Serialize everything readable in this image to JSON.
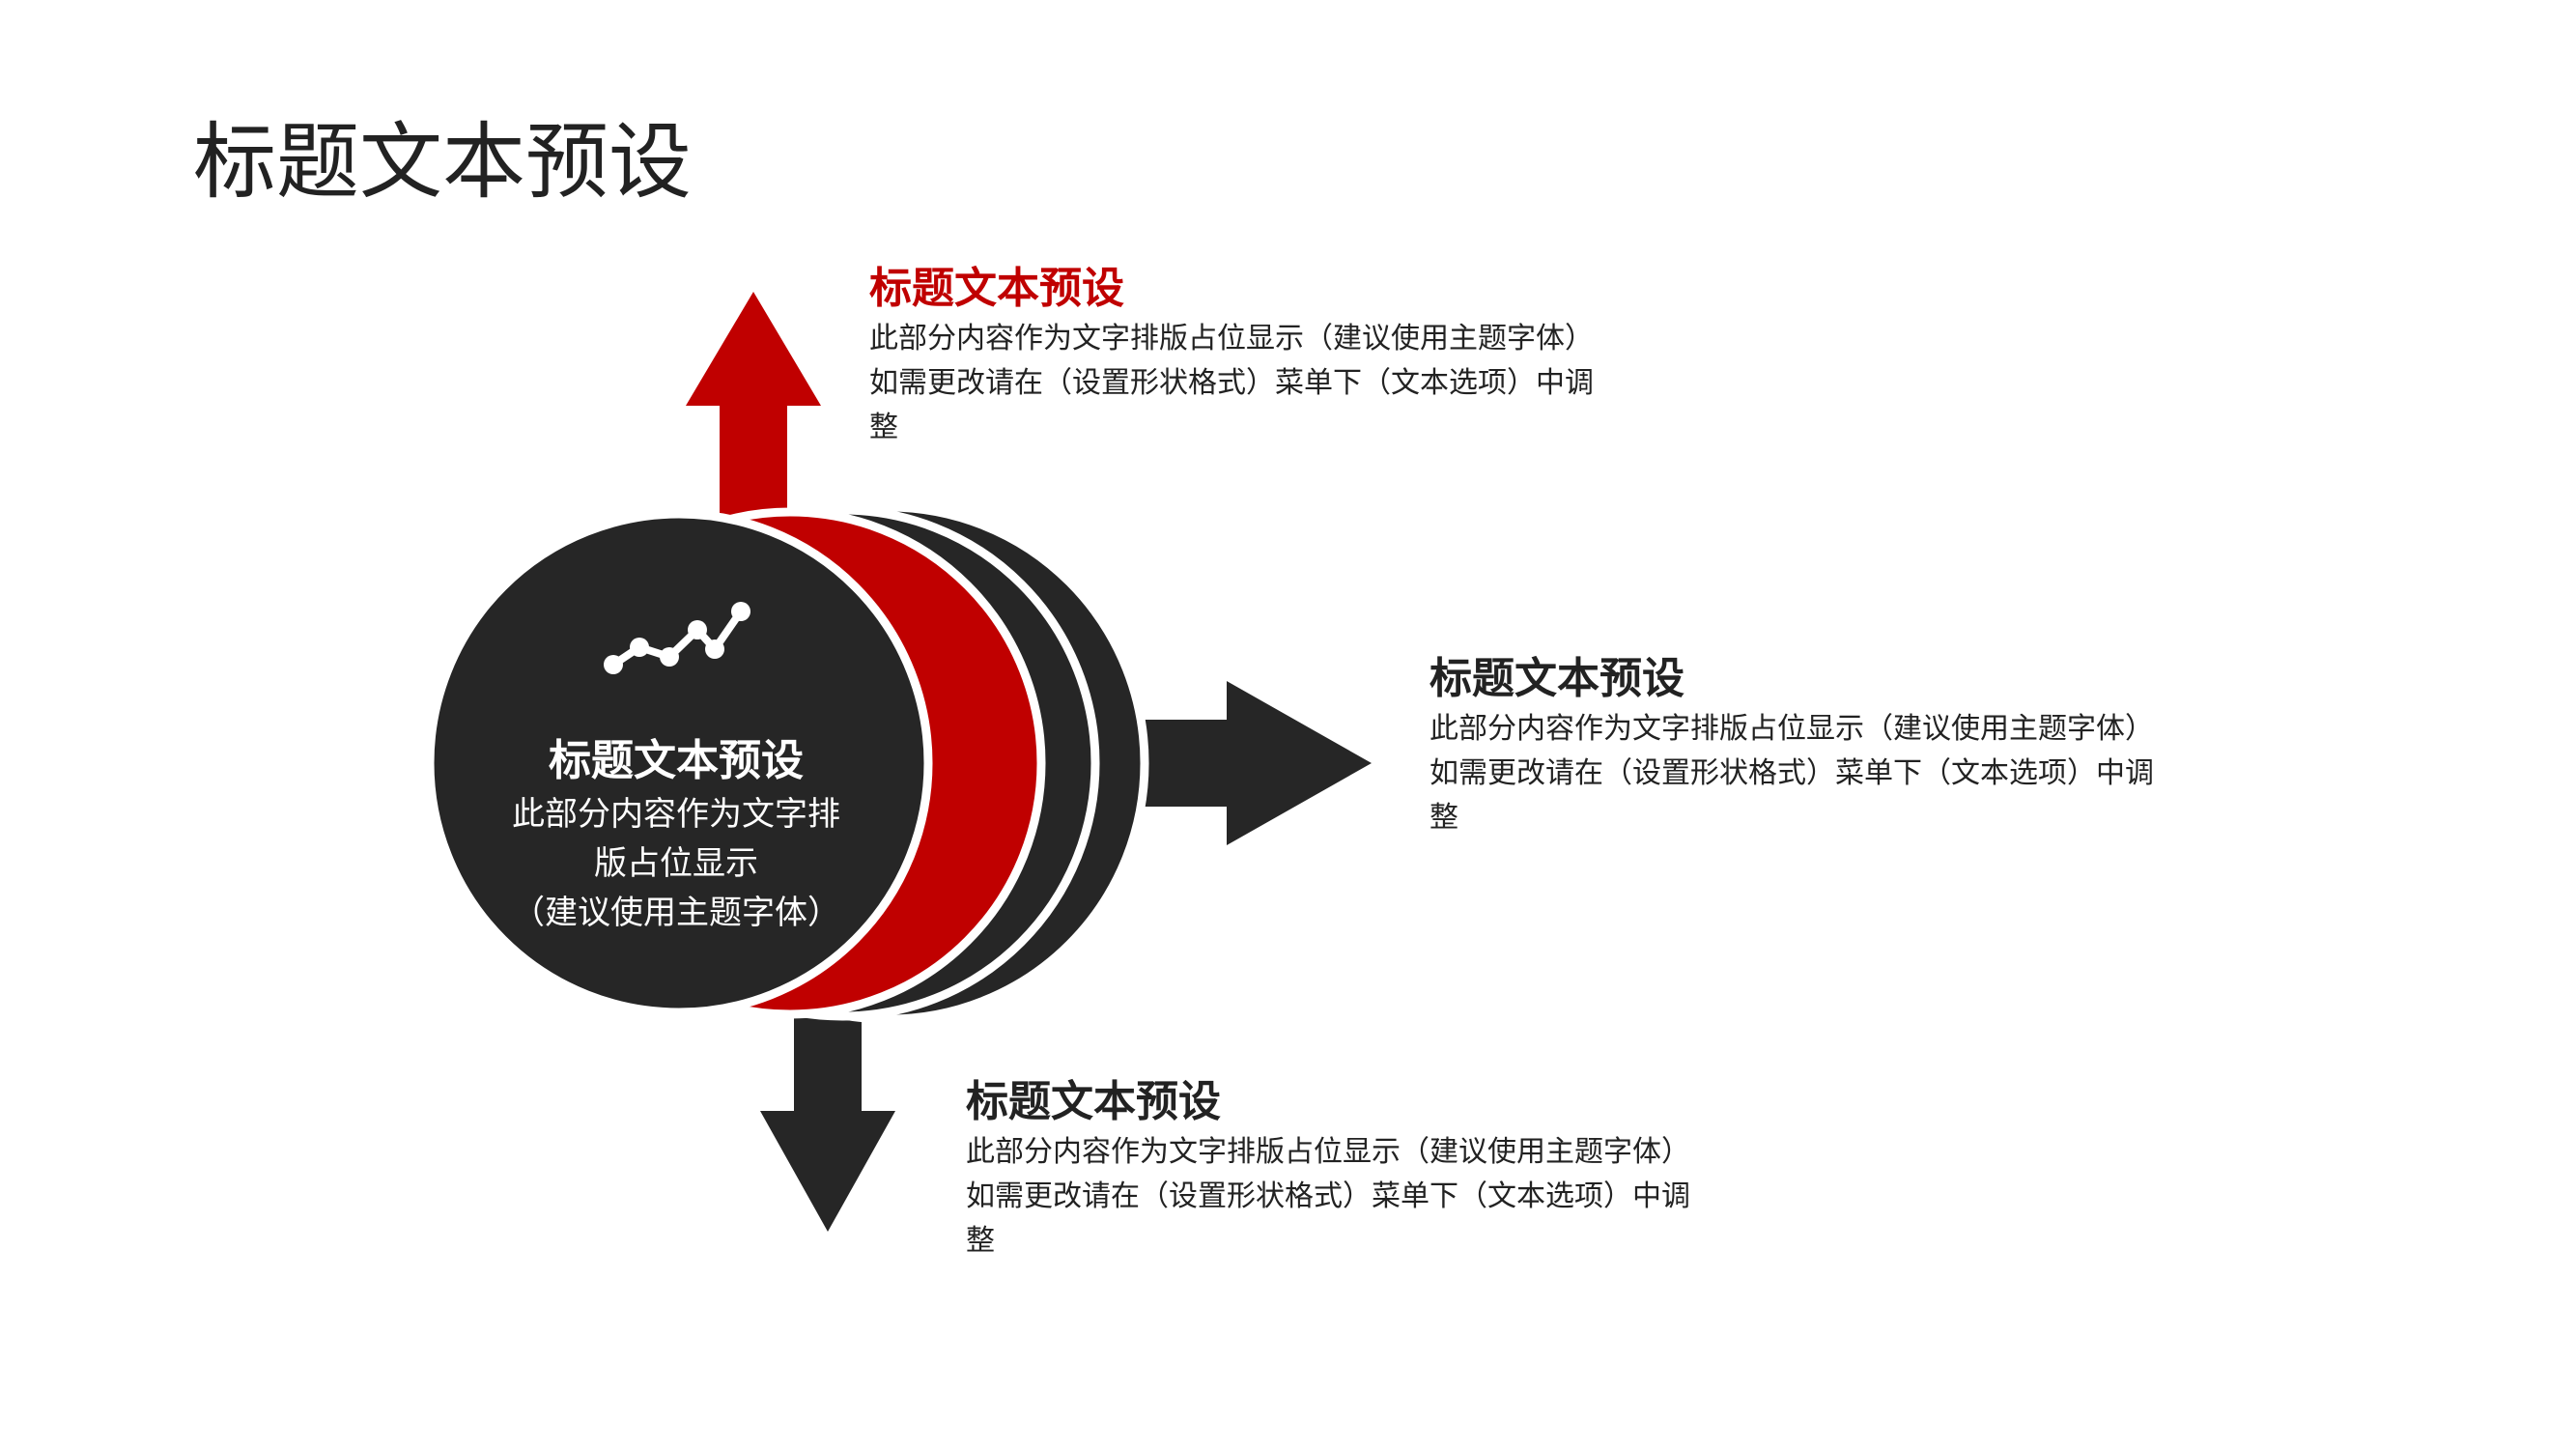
{
  "page": {
    "title": "标题文本预设"
  },
  "colors": {
    "accent": "#c00000",
    "dark": "#262626",
    "background": "#ffffff",
    "text": "#222222"
  },
  "center": {
    "icon": "line-chart-icon",
    "title": "标题文本预设",
    "body_line1": "此部分内容作为文字排",
    "body_line2": "版占位显示",
    "body_line3": "（建议使用主题字体）"
  },
  "blocks": [
    {
      "title": "标题文本预设",
      "line1": "此部分内容作为文字排版占位显示（建议使用主题字体）",
      "line2": "如需更改请在（设置形状格式）菜单下（文本选项）中调",
      "line3": "整"
    },
    {
      "title": "标题文本预设",
      "line1": "此部分内容作为文字排版占位显示（建议使用主题字体）",
      "line2": "如需更改请在（设置形状格式）菜单下（文本选项）中调",
      "line3": "整"
    },
    {
      "title": "标题文本预设",
      "line1": "此部分内容作为文字排版占位显示（建议使用主题字体）",
      "line2": "如需更改请在（设置形状格式）菜单下（文本选项）中调",
      "line3": "整"
    }
  ]
}
